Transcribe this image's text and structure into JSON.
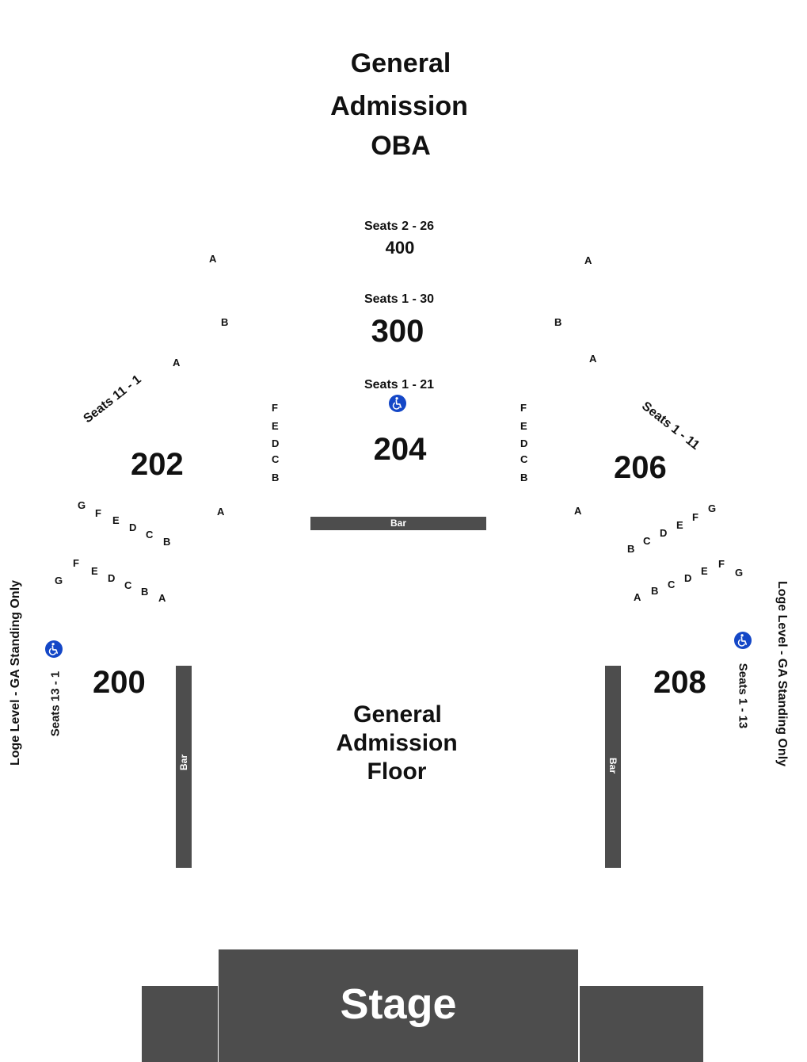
{
  "top_section": {
    "line1": "General",
    "line2": "Admission",
    "line3": "OBA"
  },
  "section_400": {
    "seats": "Seats 2 - 26",
    "number": "400"
  },
  "section_300": {
    "seats": "Seats 1 - 30",
    "number": "300"
  },
  "section_204": {
    "seats": "Seats 1 - 21",
    "number": "204"
  },
  "section_202": {
    "seats": "Seats 11 - 1",
    "number": "202"
  },
  "section_206": {
    "seats": "Seats 1 - 11",
    "number": "206"
  },
  "section_200": {
    "seats": "Seats 13 - 1",
    "number": "200",
    "loge": "Loge Level - GA Standing Only"
  },
  "section_208": {
    "seats": "Seats 1 - 13",
    "number": "208",
    "loge": "Loge Level - GA Standing Only"
  },
  "rows": {
    "A": "A",
    "B": "B",
    "C": "C",
    "D": "D",
    "E": "E",
    "F": "F",
    "G": "G"
  },
  "bars": {
    "center": "Bar",
    "left": "Bar",
    "right": "Bar"
  },
  "floor": {
    "line1": "General",
    "line2": "Admission",
    "line3": "Floor"
  },
  "stage": {
    "label": "Stage"
  },
  "icons": {
    "accessibility": "wheelchair-accessible-icon"
  },
  "colors": {
    "bar": "#4d4d4d",
    "stage": "#4d4d4d",
    "accessibility": "#1447c7"
  }
}
